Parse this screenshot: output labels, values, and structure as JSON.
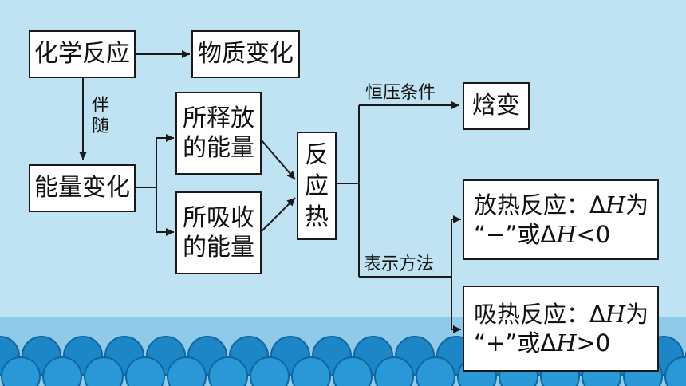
{
  "colors": {
    "background": "#bfe3f3",
    "wave_dark": "#1d86c6",
    "wave_light": "#3aa3dd",
    "line": "#1a1a1a"
  },
  "nodes": {
    "chemical_reaction": "化学反应",
    "matter_change": "物质变化",
    "energy_change": "能量变化",
    "released_energy": [
      "所释放",
      "的能量"
    ],
    "absorbed_energy": [
      "所吸收",
      "的能量"
    ],
    "heat_of_reaction": [
      "反",
      "应",
      "热"
    ],
    "enthalpy_change": "焓变",
    "exothermic": {
      "line1": "放热反应：Δ",
      "symbol": "H",
      "line1_end": "为",
      "line2_a": "“−”或Δ",
      "line2_b": "<0"
    },
    "endothermic": {
      "line1": "吸热反应：Δ",
      "symbol": "H",
      "line1_end": "为",
      "line2_a": "“+”或Δ",
      "line2_b": ">0"
    }
  },
  "labels": {
    "accompany": [
      "伴",
      "随"
    ],
    "constant_pressure": "恒压条件",
    "representation": "表示方法"
  }
}
